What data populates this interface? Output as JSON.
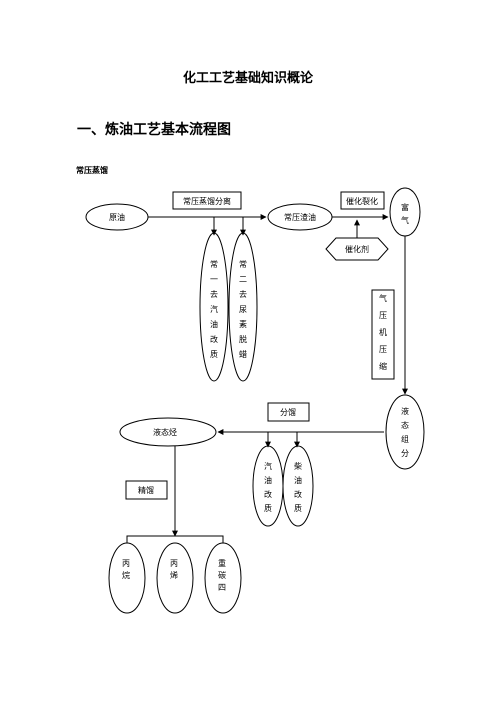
{
  "page": {
    "title": "化工工艺基础知识概论",
    "section": "一、炼油工艺基本流程图",
    "subtitle": "常压蒸馏"
  },
  "diagram": {
    "nodes": {
      "crude": "原油",
      "atmospheric_oil": "常压渣油",
      "rich_gas": "富气",
      "liquid_hydrocarbons": "液态烃",
      "liquid_components": "液态组分",
      "first_side_cut": "常一去汽油改质",
      "second_side_cut": "常二去尿素脱蜡",
      "gasoline": "汽油改质",
      "diesel": "柴油改质",
      "propane": "丙烷",
      "propylene": "丙烯",
      "heavy_carbon": "重碳四"
    },
    "labels": {
      "atmospheric_separation": "常压蒸馏分离",
      "catalytic_cracking": "催化裂化",
      "catalyst": "催化剂",
      "compressor": "气压机压缩",
      "fractionation": "分馏",
      "rectification": "精馏"
    }
  }
}
